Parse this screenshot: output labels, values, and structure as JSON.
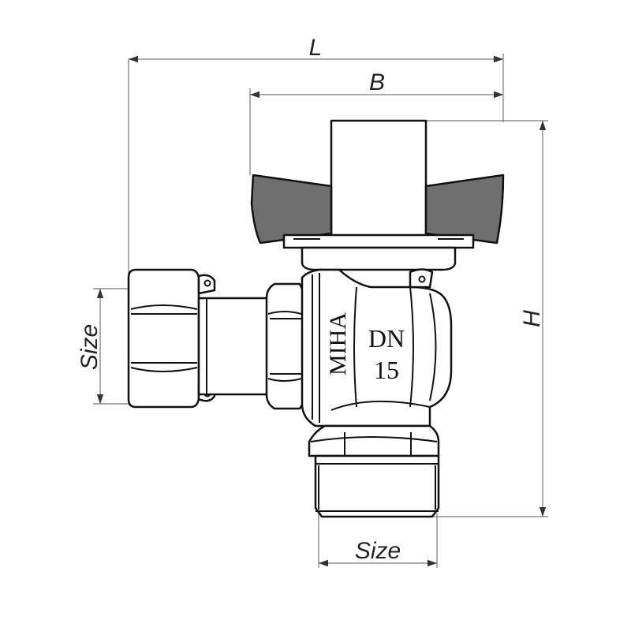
{
  "dimensions": {
    "overall_length": "L",
    "handle_width": "B",
    "height": "H",
    "union_nut_size": "Size",
    "thread_size": "Size"
  },
  "body_marking": {
    "brand": "MIHA",
    "nominal_diameter_label": "DN",
    "nominal_diameter_value": "15"
  }
}
